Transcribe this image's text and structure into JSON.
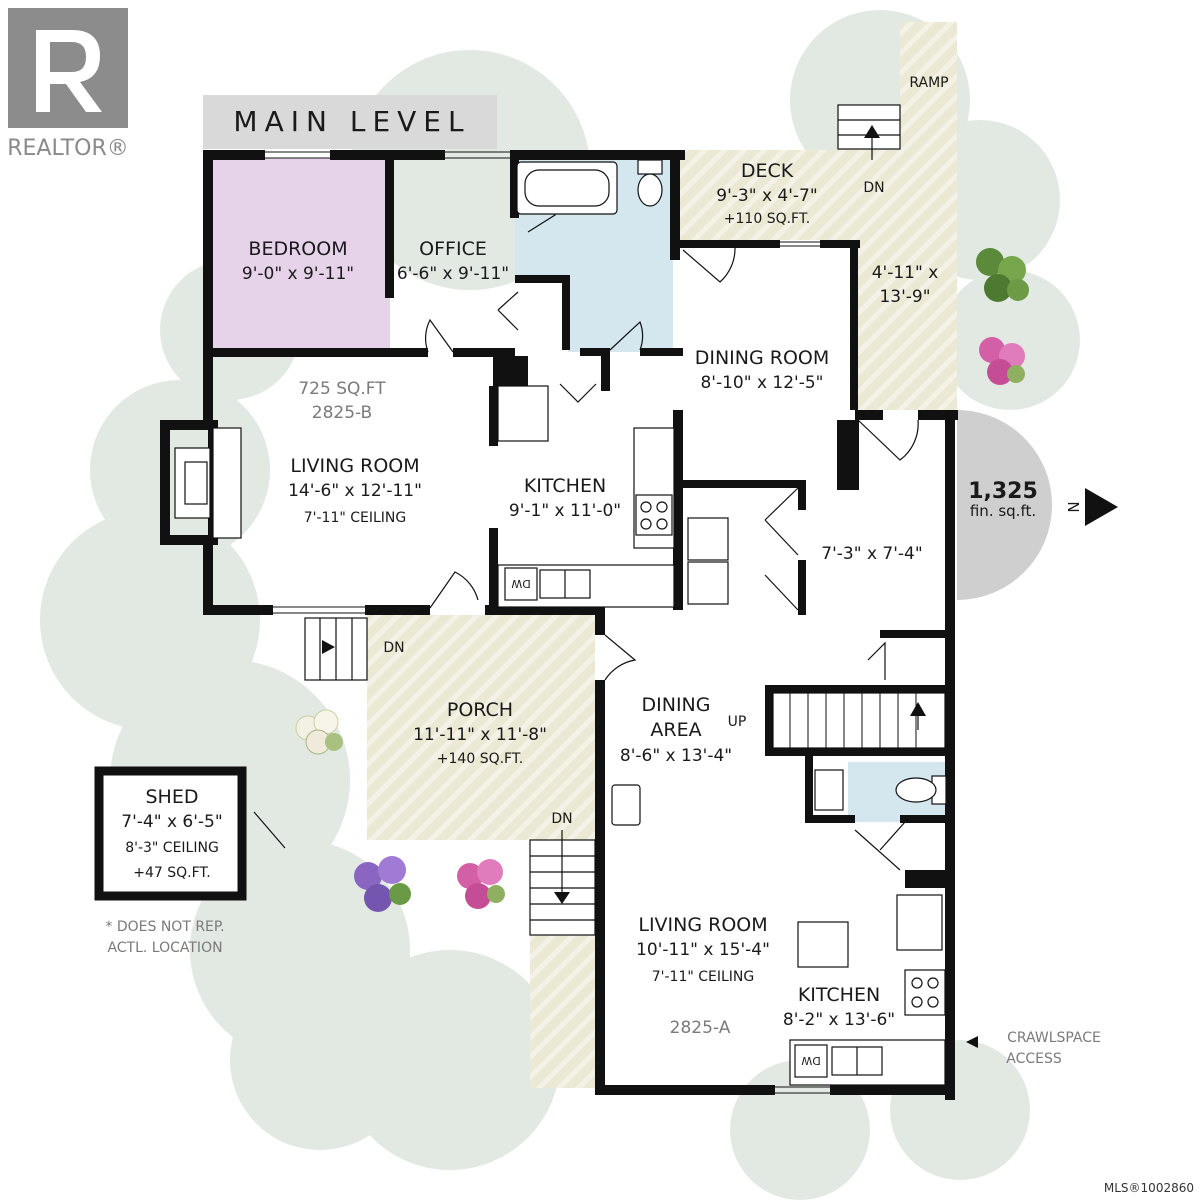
{
  "logo": {
    "text": "REALTOR®",
    "icon": "realtor-r-logo"
  },
  "title": "MAIN LEVEL",
  "total_area": {
    "value": "1,325",
    "unit": "fin. sq.ft.",
    "north": "N"
  },
  "rooms": {
    "bedroom": {
      "name": "BEDROOM",
      "dims": "9'-0\" x 9'-11\""
    },
    "office": {
      "name": "OFFICE",
      "dims": "6'-6\" x 9'-11\""
    },
    "deck": {
      "name": "DECK",
      "dims": "9'-3\" x 4'-7\"",
      "area": "+110 SQ.FT."
    },
    "ramp": {
      "name": "RAMP",
      "dims_1": "4'-11\" x",
      "dims_2": "13'-9\"",
      "dn": "DN"
    },
    "dining_room": {
      "name": "DINING ROOM",
      "dims": "8'-10\" x 12'-5\""
    },
    "unit_b": {
      "area": "725 SQ.FT",
      "unit": "2825-B"
    },
    "living_room_b": {
      "name": "LIVING ROOM",
      "dims": "14'-6\" x 12'-11\"",
      "ceiling": "7'-11\" CEILING"
    },
    "kitchen_b": {
      "name": "KITCHEN",
      "dims": "9'-1\" x 11'-0\""
    },
    "bath_room": {
      "dims": "7'-3\" x 7'-4\""
    },
    "porch": {
      "name": "PORCH",
      "dims": "11'-11\" x 11'-8\"",
      "area": "+140 SQ.FT.",
      "dn_top": "DN",
      "dn_bottom": "DN"
    },
    "dining_area": {
      "name_1": "DINING",
      "name_2": "AREA",
      "dims": "8'-6\" x 13'-4\"",
      "up": "UP"
    },
    "shed": {
      "name": "SHED",
      "dims": "7'-4\" x 6'-5\"",
      "ceiling": "8'-3\" CEILING",
      "area": "+47 SQ.FT."
    },
    "shed_note": {
      "line_1": "* DOES NOT REP.",
      "line_2": "ACTL. LOCATION"
    },
    "living_room_a": {
      "name": "LIVING ROOM",
      "dims": "10'-11\" x 15'-4\"",
      "ceiling": "7'-11\" CEILING",
      "unit": "2825-A"
    },
    "kitchen_a": {
      "name": "KITCHEN",
      "dims": "8'-2\" x 13'-6\""
    },
    "crawlspace": {
      "line_1": "CRAWLSPACE",
      "line_2": "ACCESS"
    }
  },
  "appliances": {
    "dishwasher": "DW"
  },
  "mls": "MLS®1002860",
  "colors": {
    "bedroom_fill": "#e6d3ea",
    "bath_fill": "#d4e7ef",
    "deck_fill": "#ebe8d3",
    "foliage": "#dde4dd",
    "compass": "#cfcfcf",
    "title_band": "#d9d9d9"
  }
}
